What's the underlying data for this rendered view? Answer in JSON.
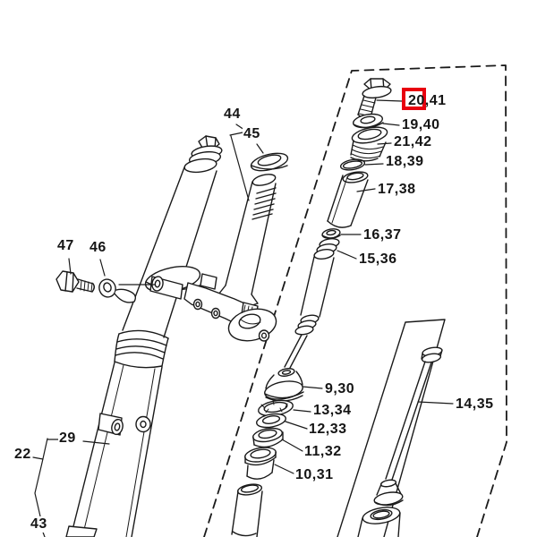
{
  "diagram": {
    "kind": "front-fork exploded parts diagram",
    "colors": {
      "line": "#1a1a1a",
      "background": "#ffffff",
      "highlight_box": "#e8000f"
    }
  },
  "labels": {
    "cap_bolt_hl": "20",
    "cap_bolt_rest": ",41",
    "washer": "19,40",
    "spacer_seat": "21,42",
    "oring": "18,39",
    "spacer_tube": "17,38",
    "spring_seat": "16,37",
    "spring": "15,36",
    "damper_rod": "14,35",
    "dust_seal": "9,30",
    "clip_ring": "13,34",
    "seal_washer": "12,33",
    "oil_seal": "11,32",
    "bushing": "10,31",
    "under_bracket": "44",
    "bracket_cover": "45",
    "pinch_bolt": "47",
    "guide_clip": "46",
    "outer_tube": "29",
    "fork_assembly": "22",
    "gaiter": "43"
  }
}
